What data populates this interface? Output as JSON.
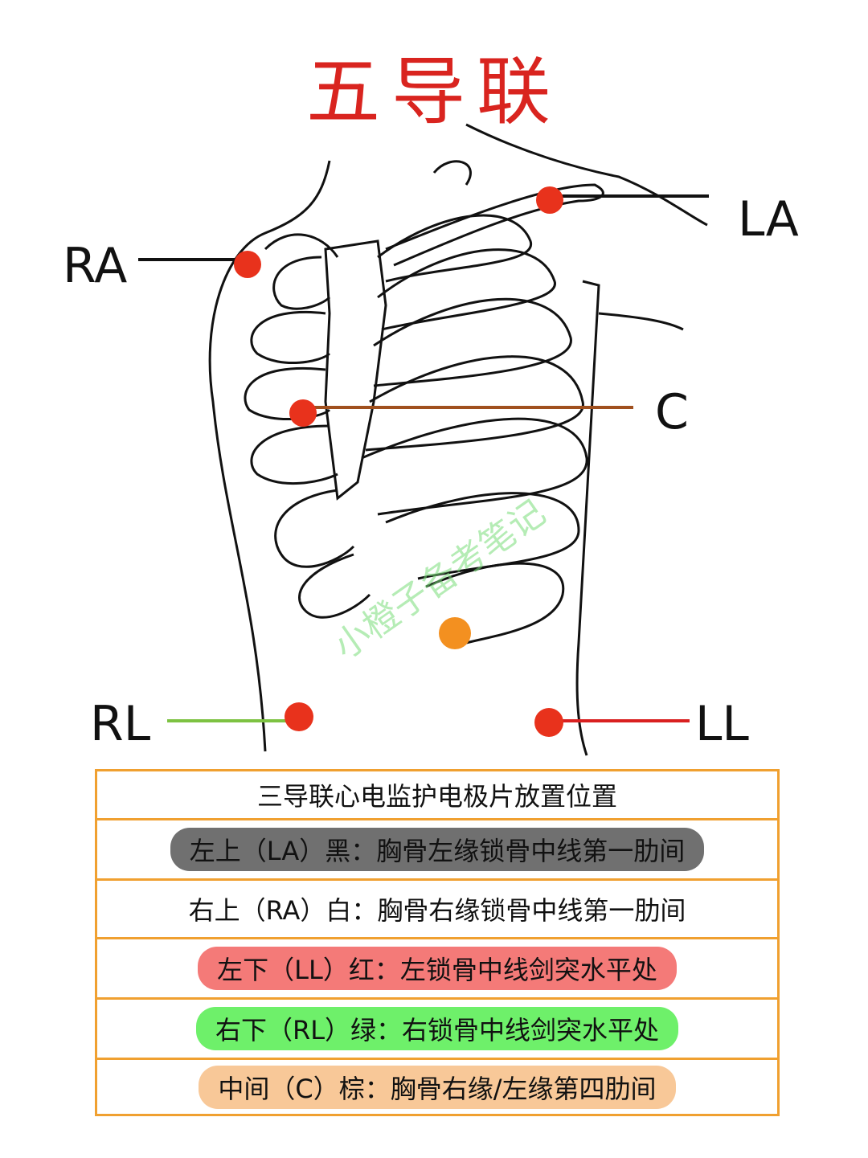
{
  "title": "五导联",
  "labels": {
    "ra": "RA",
    "la": "LA",
    "c": "C",
    "rl": "RL",
    "ll": "LL"
  },
  "watermark": "小橙子备考笔记",
  "colors": {
    "title": "#d9241f",
    "electrode": "#e8321c",
    "border": "#f0a030",
    "c_line": "#a0501e",
    "rl_line": "#7dc242",
    "ll_line": "#d92020"
  },
  "table": {
    "header": "三导联心电监护电极片放置位置",
    "rows": [
      {
        "text": "左上（LA）黑：胸骨左缘锁骨中线第一肋间",
        "color": "#707070"
      },
      {
        "text": "右上（RA）白：胸骨右缘锁骨中线第一肋间",
        "color": "#ffffff"
      },
      {
        "text": "左下（LL）红：左锁骨中线剑突水平处",
        "color": "#f47a78"
      },
      {
        "text": "右下（RL）绿：右锁骨中线剑突水平处",
        "color": "#6ef06a"
      },
      {
        "text": "中间（C）棕：胸骨右缘/左缘第四肋间",
        "color": "#f8c898"
      }
    ]
  }
}
